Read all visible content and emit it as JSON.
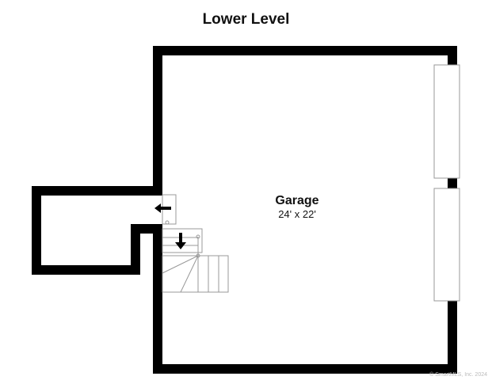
{
  "title": "Lower Level",
  "room": {
    "name": "Garage",
    "dimensions": "24' x 22'"
  },
  "copyright": "© SmartMLS, Inc.  2024",
  "colors": {
    "wall": "#000000",
    "fixture": "#999999"
  }
}
